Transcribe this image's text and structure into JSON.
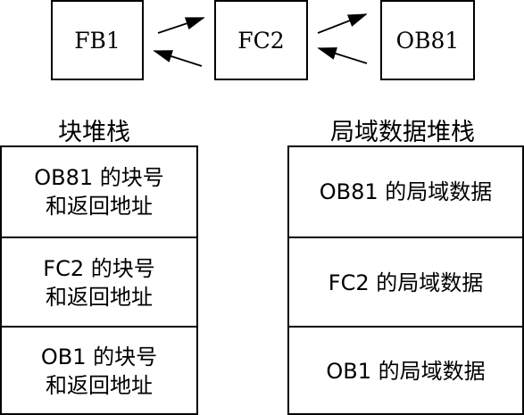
{
  "blocks": {
    "fb1": "FB1",
    "fc2": "FC2",
    "ob81": "OB81"
  },
  "block_stack": {
    "title": "块堆栈",
    "cells": [
      {
        "line1": "OB81 的块号",
        "line2": "和返回地址"
      },
      {
        "line1": "FC2 的块号",
        "line2": "和返回地址"
      },
      {
        "line1": "OB1 的块号",
        "line2": "和返回地址"
      }
    ]
  },
  "local_stack": {
    "title": "局域数据堆栈",
    "cells": [
      "OB81 的局域数据",
      "FC2 的局域数据",
      "OB1 的局域数据"
    ]
  }
}
